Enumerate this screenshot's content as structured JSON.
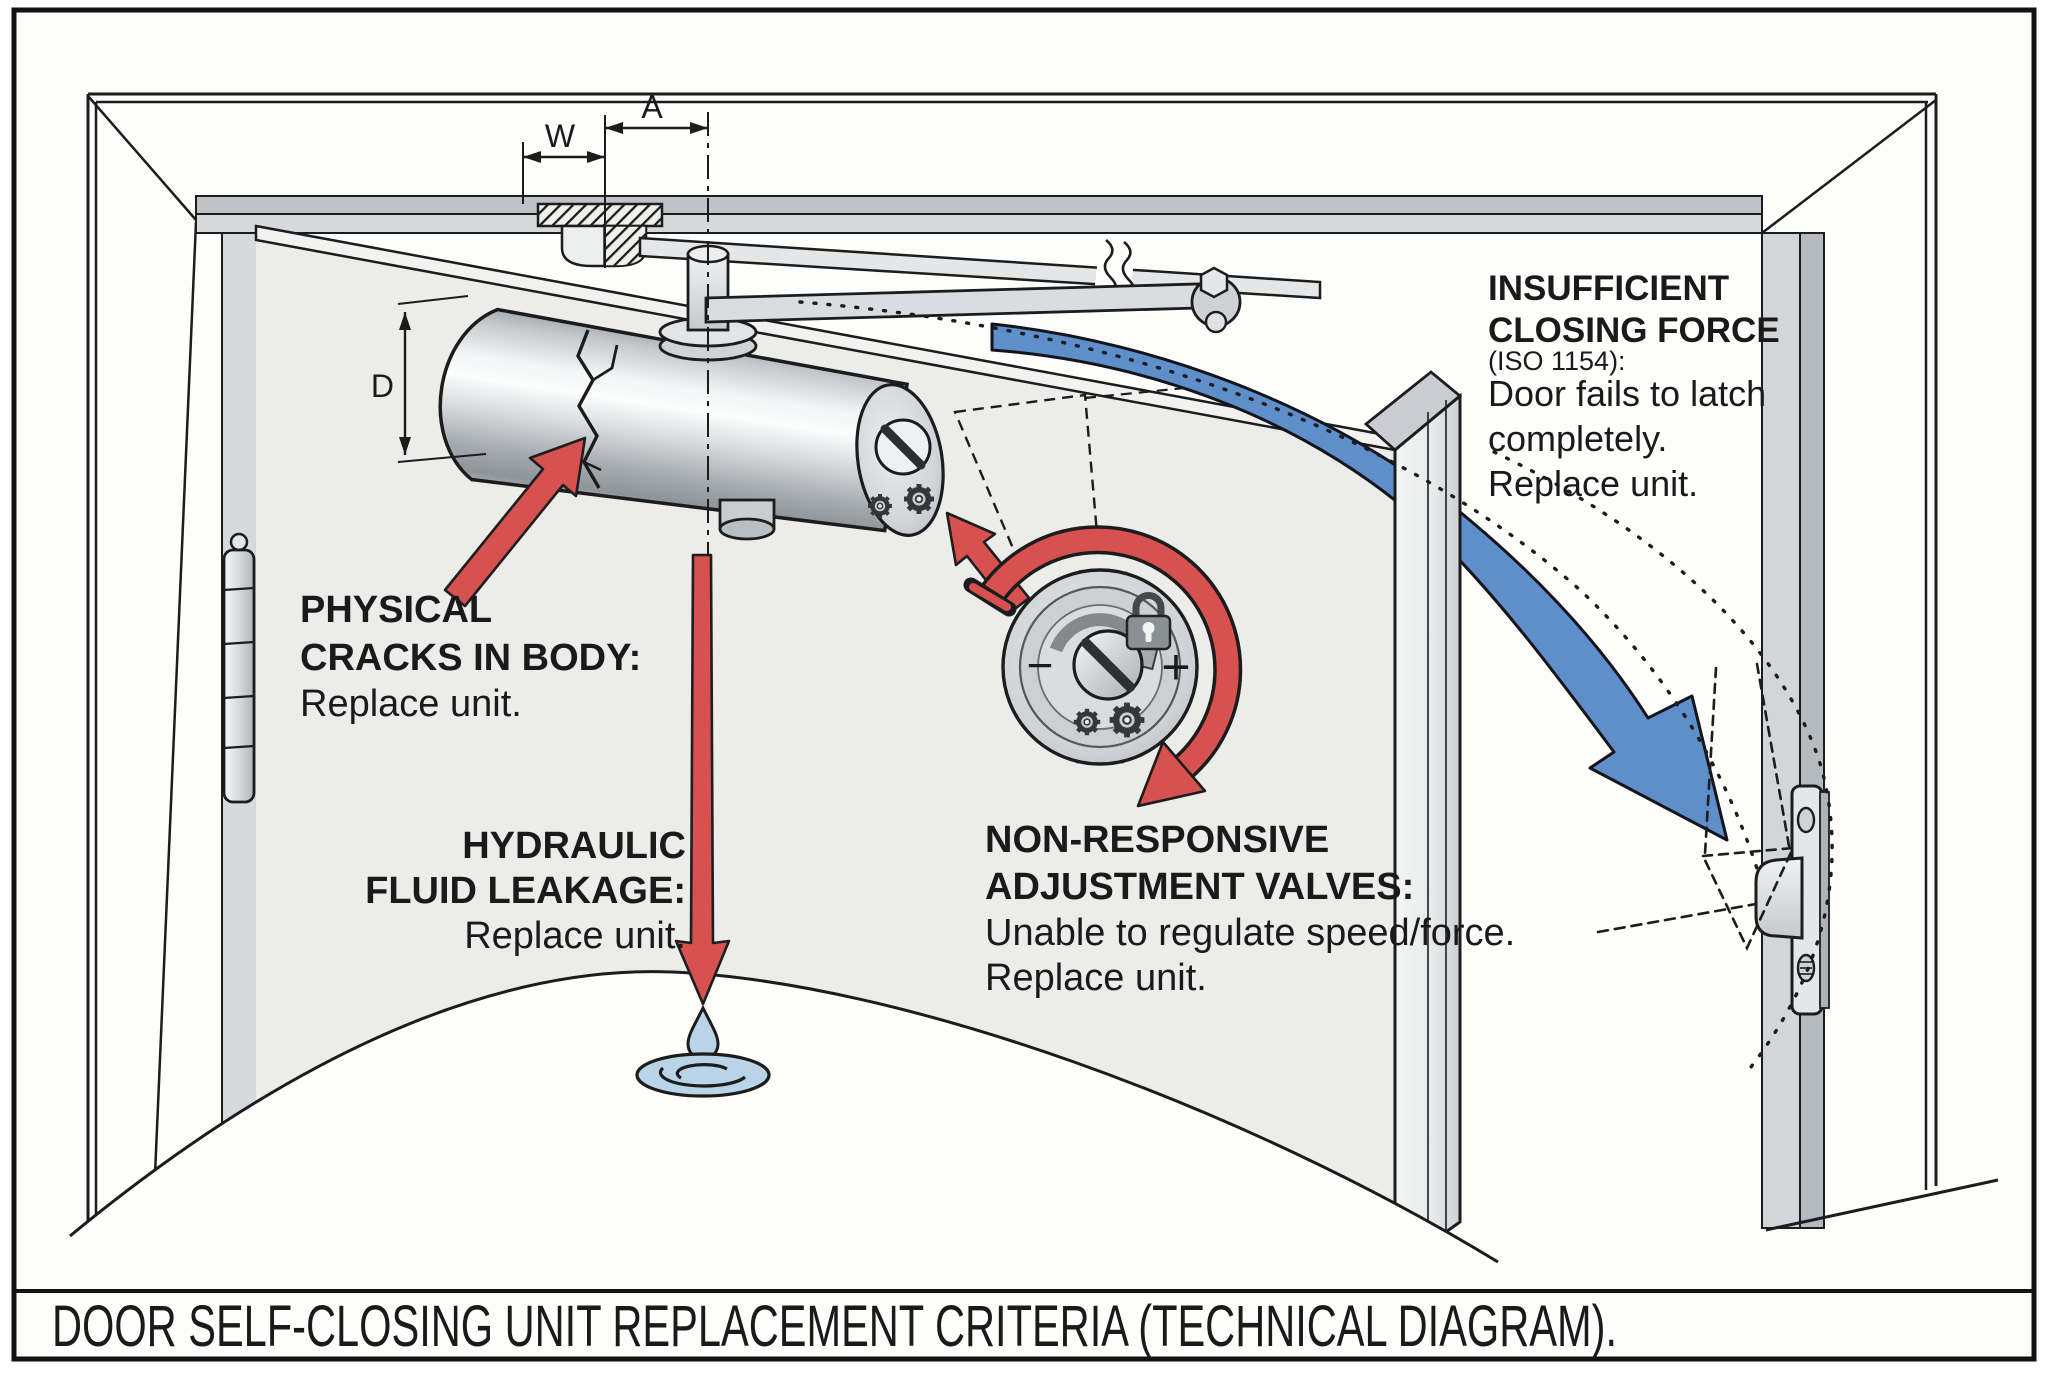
{
  "title": "DOOR SELF-CLOSING UNIT REPLACEMENT CRITERIA (TECHNICAL DIAGRAM).",
  "dimensions": {
    "a_label": "A",
    "w_label": "W",
    "d_label": "D"
  },
  "dial": {
    "minus_label": "−",
    "plus_label": "+"
  },
  "annotations": {
    "cracks": {
      "heading_line1": "PHYSICAL",
      "heading_line2": "CRACKS IN BODY:",
      "body": "Replace unit."
    },
    "leakage": {
      "heading_line1": "HYDRAULIC",
      "heading_line2": "FLUID LEAKAGE:",
      "body": "Replace unit."
    },
    "valves": {
      "heading_line1": "NON-RESPONSIVE",
      "heading_line2": "ADJUSTMENT VALVES:",
      "body_line1": "Unable to regulate speed/force.",
      "body_line2": "Replace unit."
    },
    "closing_force": {
      "heading_line1": "INSUFFICIENT",
      "heading_line2": "CLOSING FORCE",
      "standard": "(ISO 1154):",
      "body_line1": "Door fails to latch",
      "body_line2": "completely.",
      "body_line3": "Replace unit."
    }
  },
  "colors": {
    "arrow_red": "#d6514f",
    "arrow_blue": "#5e8fcb",
    "water_blue": "#b9d3e7",
    "ink": "#1a1a1a"
  }
}
